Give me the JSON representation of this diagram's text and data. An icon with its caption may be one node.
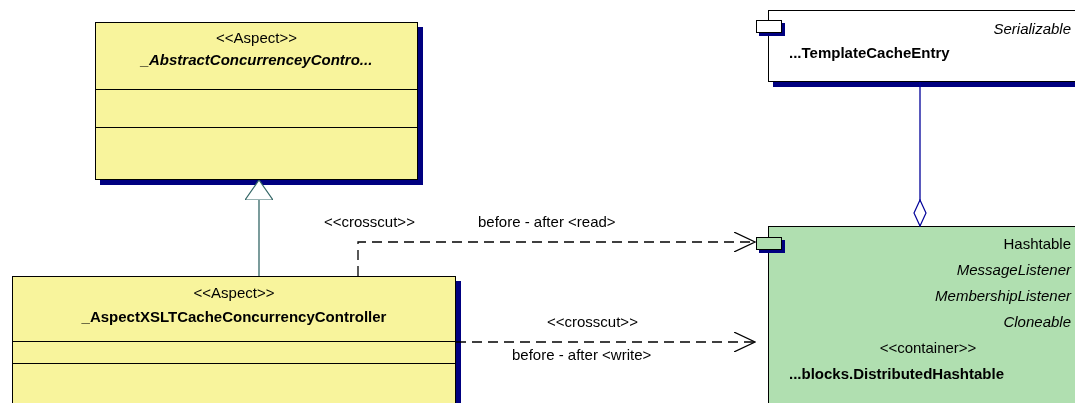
{
  "diagram": {
    "nodes": [
      {
        "text": [
          "<<Aspect>>",
          "_AbstractConcurrenceyContro..."
        ]
      },
      {
        "text": [
          "Serializable",
          "...TemplateCacheEntry"
        ]
      },
      {
        "text": [
          "<<Aspect>>",
          "_AspectXSLTCacheConcurrencyController"
        ]
      },
      {
        "text": [
          "Hashtable",
          "MessageListener",
          "MembershipListener",
          "Cloneable",
          "<<container>>",
          "...blocks.DistributedHashtable"
        ]
      }
    ],
    "edges": [
      {
        "from": 2,
        "to": 0,
        "arrow": "to",
        "color": "#336666"
      },
      {
        "from": 1,
        "to": 3,
        "arrow": "other",
        "color": "#000099"
      },
      {
        "from": 2,
        "to": 3,
        "arrow": "to",
        "style": "dashed",
        "label": "<<crosscut>>"
      },
      {
        "from": 2,
        "to": 3,
        "arrow": "to",
        "style": "dashed",
        "label": "<<crosscut>>"
      }
    ],
    "labels": [
      "before - after <read>",
      "before - after <write>"
    ]
  }
}
